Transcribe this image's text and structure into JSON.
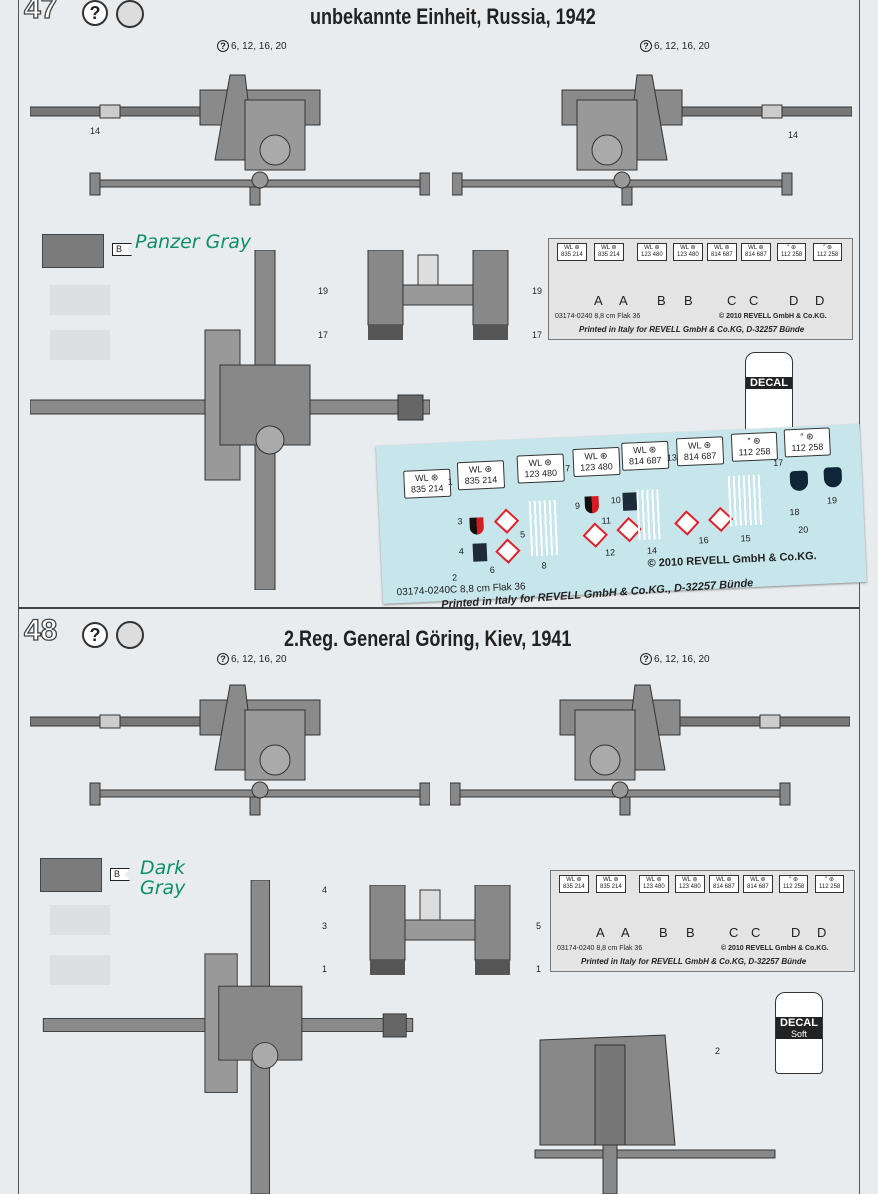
{
  "sections": [
    {
      "number": "47",
      "help": "?",
      "title": "unbekannte Einheit, Russia, 1942",
      "callout_left": "6, 12, 16, 20",
      "callout_right": "6, 12, 16, 20",
      "parts": {
        "barrel_left": "14",
        "barrel_right": "14",
        "top_a": "19",
        "top_b": "19",
        "bot_a": "17",
        "bot_b": "17"
      },
      "paint_code": "B",
      "handwritten": "Panzer Gray"
    },
    {
      "number": "48",
      "help": "?",
      "title": "2.Reg. General Göring, Kiev, 1941",
      "callout_left": "6, 12, 16, 20",
      "callout_right": "6, 12, 16, 20",
      "parts": {
        "p4": "4",
        "p3": "3",
        "p1a": "1",
        "p5": "5",
        "p1b": "1",
        "p2": "2"
      },
      "paint_code": "B",
      "handwritten": "Dark Gray"
    }
  ],
  "decal_small": {
    "plates": [
      "WL ⊛\n835 214",
      "WL ⊛\n835 214",
      "WL ⊛\n123 480",
      "WL ⊛\n123 480",
      "WL ⊛\n814 687",
      "WL ⊛\n814 687",
      "″ ⊛\n112 258",
      "″ ⊛\n112 258"
    ],
    "letters": [
      "A",
      "A",
      "B",
      "B",
      "C",
      "C",
      "D",
      "D"
    ],
    "code": "03174-0240 8,8 cm Flak 36",
    "copyright": "© 2010 REVELL GmbH & Co.KG.",
    "printed": "Printed in Italy for REVELL GmbH & Co.KG, D-32257 Bünde"
  },
  "decal_big": {
    "plates": [
      "WL ⊛\n835 214",
      "WL ⊛\n835 214",
      "WL ⊛\n123 480",
      "WL ⊛\n123 480",
      "WL ⊛\n814 687",
      "WL ⊛\n814 687",
      "″ ⊛\n112 258",
      "″ ⊛\n112 258"
    ],
    "numbers": [
      "1",
      "7",
      "13",
      "17",
      "3",
      "5",
      "4",
      "6",
      "2",
      "8",
      "9",
      "10",
      "11",
      "12",
      "14",
      "16",
      "15",
      "18",
      "19",
      "20"
    ],
    "code": "03174-0240C 8,8 cm Flak 36",
    "copyright": "© 2010 REVELL GmbH & Co.KG.",
    "printed": "Printed in Italy for REVELL GmbH & Co.KG., D-32257 Bünde"
  },
  "bottle": {
    "label": "DECAL",
    "sub": "Soft"
  }
}
